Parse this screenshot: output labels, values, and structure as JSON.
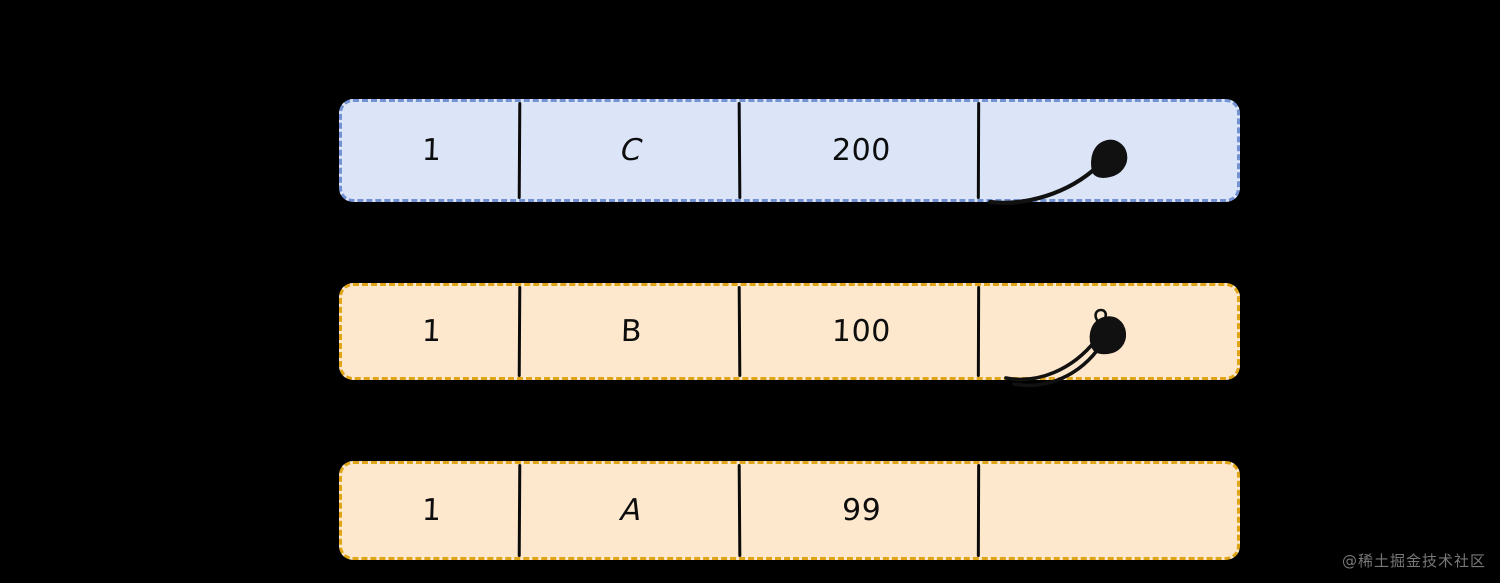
{
  "diagram": {
    "title": "",
    "background_color": "#000000",
    "rows": [
      {
        "id": "row-blue",
        "fill_color": "#dce5f8",
        "border_color": "#7392d4",
        "border_style": "dashed",
        "cells": [
          {
            "name": "id",
            "value": "1"
          },
          {
            "name": "letter",
            "value": "C"
          },
          {
            "name": "number",
            "value": "200"
          },
          {
            "name": "pointer",
            "value": ""
          }
        ],
        "has_pointer": true,
        "pointer_kind": "single-curve-arrow"
      },
      {
        "id": "row-orange-b",
        "fill_color": "#fde8ce",
        "border_color": "#e0a516",
        "border_style": "dashed",
        "cells": [
          {
            "name": "id",
            "value": "1"
          },
          {
            "name": "letter",
            "value": "B"
          },
          {
            "name": "number",
            "value": "100"
          },
          {
            "name": "pointer",
            "value": ""
          }
        ],
        "has_pointer": true,
        "pointer_kind": "double-curve-arrow"
      },
      {
        "id": "row-orange-a",
        "fill_color": "#fde8ce",
        "border_color": "#e0a516",
        "border_style": "dashed",
        "cells": [
          {
            "name": "id",
            "value": "1"
          },
          {
            "name": "letter",
            "value": "A"
          },
          {
            "name": "number",
            "value": "99"
          },
          {
            "name": "pointer",
            "value": ""
          }
        ],
        "has_pointer": false,
        "pointer_kind": "none"
      }
    ],
    "watermark": "@稀土掘金技术社区"
  }
}
